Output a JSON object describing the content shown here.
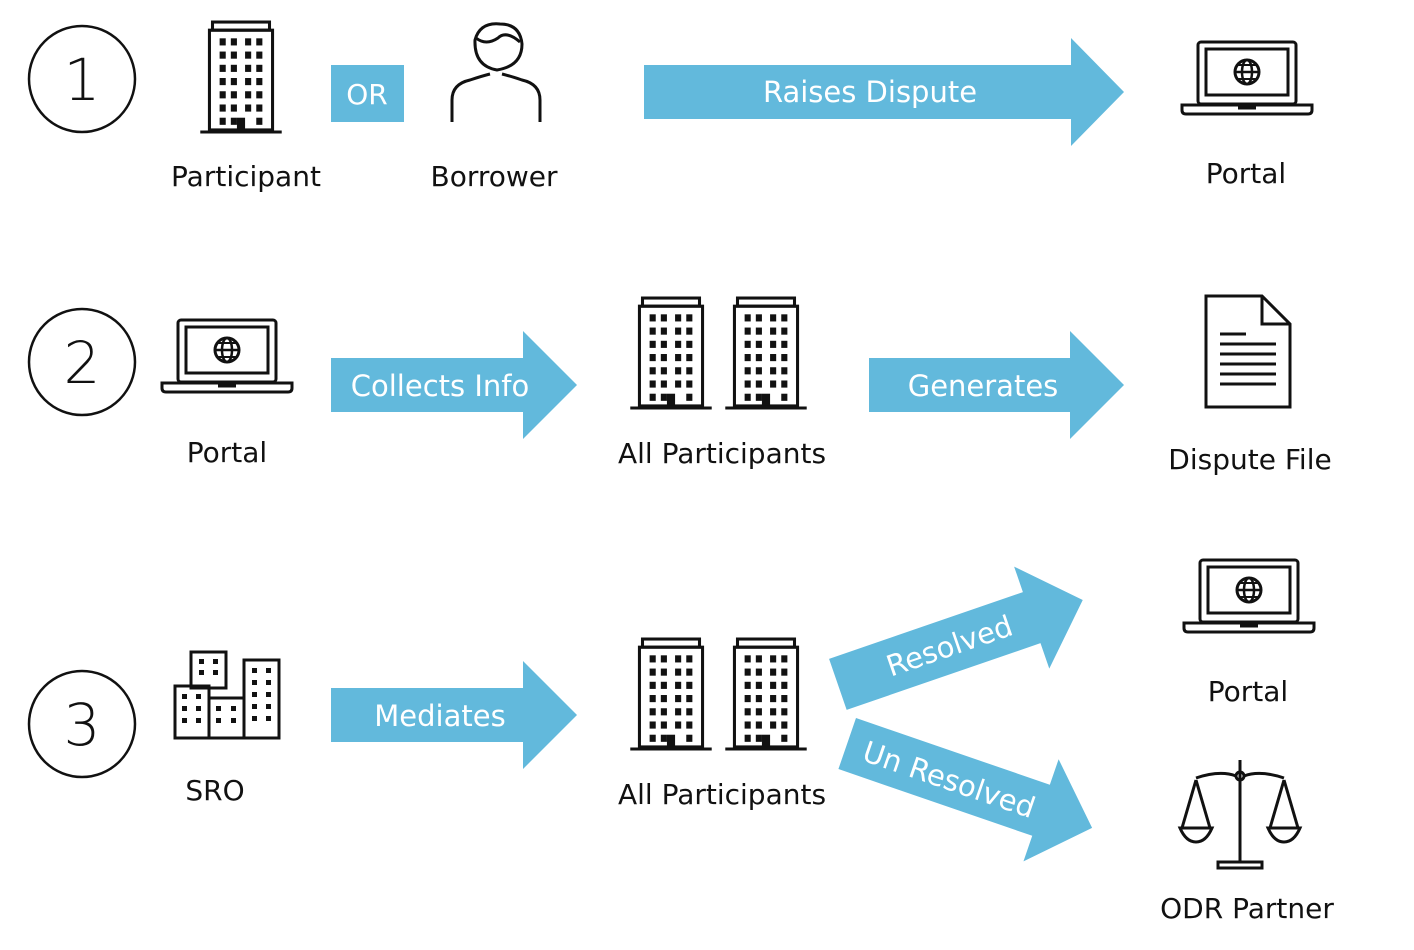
{
  "colors": {
    "arrow": "#62b9dc",
    "ink": "#111111",
    "background": "#ffffff"
  },
  "steps": [
    {
      "number": "1"
    },
    {
      "number": "2"
    },
    {
      "number": "3"
    }
  ],
  "row1": {
    "or_label": "OR",
    "participant_label": "Participant",
    "borrower_label": "Borrower",
    "arrow_label": "Raises Dispute",
    "portal_label": "Portal"
  },
  "row2": {
    "portal_label": "Portal",
    "arrow1_label": "Collects Info",
    "participants_label": "All Participants",
    "arrow2_label": "Generates",
    "file_label": "Dispute File"
  },
  "row3": {
    "sro_label": "SRO",
    "arrow_label": "Mediates",
    "participants_label": "All Participants",
    "resolved_label": "Resolved",
    "unresolved_label": "Un Resolved",
    "portal_label": "Portal",
    "odr_label": "ODR Partner"
  },
  "icons": [
    "building-icon",
    "person-icon",
    "laptop-globe-icon",
    "document-icon",
    "city-buildings-icon",
    "scales-icon"
  ]
}
